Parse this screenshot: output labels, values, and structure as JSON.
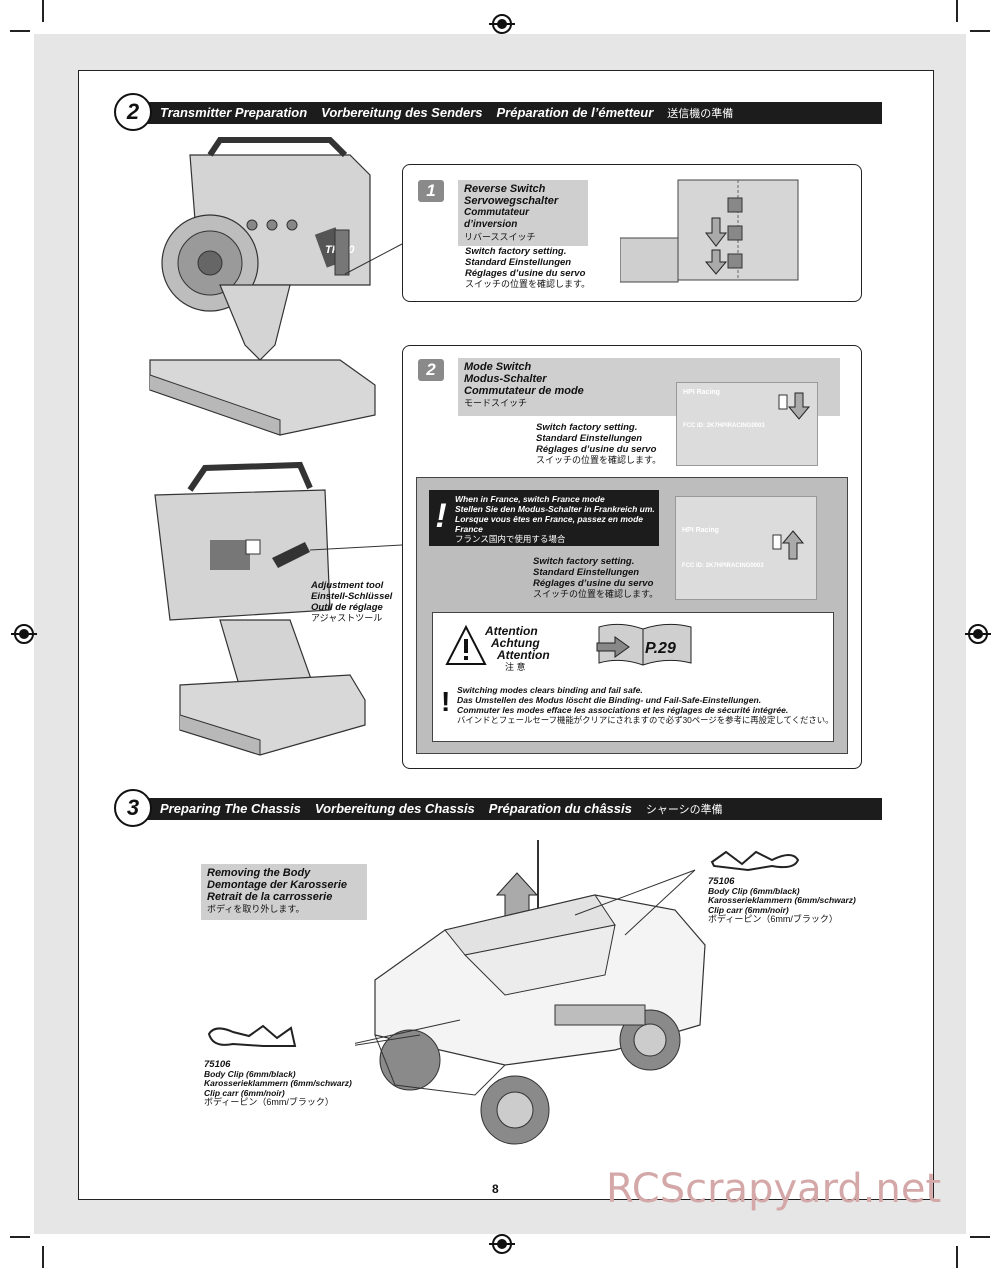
{
  "section2": {
    "number": "2",
    "title_en": "Transmitter Preparation",
    "title_de": "Vorbereitung des Senders",
    "title_fr": "Préparation de l’émetteur",
    "title_jp": "送信機の準備"
  },
  "step1": {
    "number": "1",
    "label_en": "Reverse Switch",
    "label_de": "Servowegschalter",
    "label_fr": "Commutateur d’inversion",
    "label_jp": "リバーススイッチ",
    "note_en": "Switch factory setting.",
    "note_de": "Standard Einstellungen",
    "note_fr": "Réglages d’usine du servo",
    "note_jp": "スイッチの位置を確認します。"
  },
  "transmitter_model": "TF-40",
  "step2": {
    "number": "2",
    "label_en": "Mode Switch",
    "label_de": "Modus-Schalter",
    "label_fr": "Commutateur de mode",
    "label_jp": "モードスイッチ",
    "note_en": "Switch factory setting.",
    "note_de": "Standard Einstellungen",
    "note_fr": "Réglages d’usine du servo",
    "note_jp": "スイッチの位置を確認します。",
    "plate_brand": "HPI Racing",
    "plate_fcc": "FCC ID: 2K7HPIRACING0003"
  },
  "adjustment_tool": {
    "en": "Adjustment tool",
    "de": "Einstell-Schlüssel",
    "fr": "Outil de réglage",
    "jp": "アジャストツール"
  },
  "france": {
    "en": "When in France, switch France mode",
    "de": "Stellen Sie den Modus-Schalter in Frankreich um.",
    "fr": "Lorsque vous êtes en France, passez en mode France",
    "jp": "フランス国内で使用する場合",
    "note_en": "Switch factory setting.",
    "note_de": "Standard Einstellungen",
    "note_fr": "Réglages d’usine du servo",
    "note_jp": "スイッチの位置を確認します。"
  },
  "attention": {
    "en": "Attention",
    "de": "Achtung",
    "fr": "Attention",
    "jp": "注 意",
    "page_ref": "P.29",
    "warn_en": "Switching modes clears binding and fail safe.",
    "warn_de": "Das Umstellen des Modus löscht die Binding- und Fail-Safe-Einstellungen.",
    "warn_fr": "Commuter les modes efface les associations et les réglages de sécurité intégrée.",
    "warn_jp": "バインドとフェールセーフ機能がクリアにされますので必ず30ページを参考に再設定してください。"
  },
  "section3": {
    "number": "3",
    "title_en": "Preparing The Chassis",
    "title_de": "Vorbereitung des Chassis",
    "title_fr": "Préparation du châssis",
    "title_jp": "シャーシの準備"
  },
  "removing_body": {
    "en": "Removing the Body",
    "de": "Demontage der Karosserie",
    "fr": "Retrait de la carrosserie",
    "jp": "ボディを取り外します。"
  },
  "clip_right": {
    "part": "75106",
    "en": "Body Clip (6mm/black)",
    "de": "Karosserieklammern (6mm/schwarz)",
    "fr": "Clip carr (6mm/noir)",
    "jp": "ボディーピン（6mm/ブラック）"
  },
  "clip_left": {
    "part": "75106",
    "en": "Body Clip (6mm/black)",
    "de": "Karosserieklammern (6mm/schwarz)",
    "fr": "Clip carr (6mm/noir)",
    "jp": "ボディーピン（6mm/ブラック）"
  },
  "page_number": "8",
  "watermark": "RCScrapyard.net"
}
